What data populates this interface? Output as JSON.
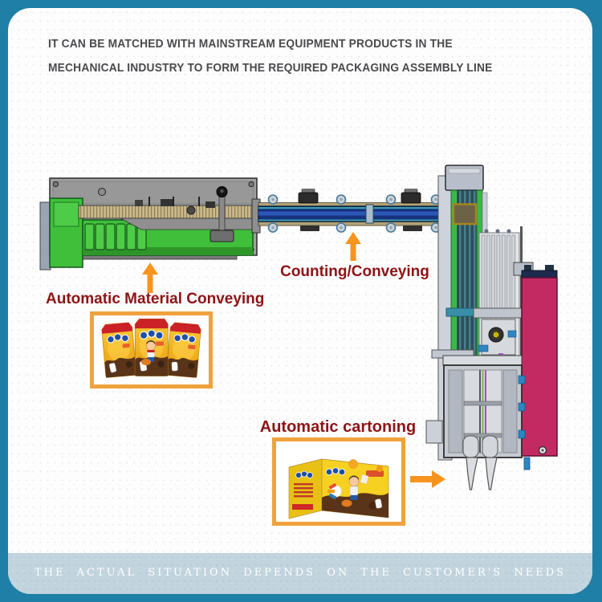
{
  "colors": {
    "frame": "#1f7fa6",
    "card_bg": "#fdfdfd",
    "header_text": "#4a4a4d",
    "label_text": "#8e1315",
    "arrow": "#f7941e",
    "image_frame": "#f0a23c",
    "footer_band": "#c2d4de",
    "footer_text": "#ffffff"
  },
  "header": {
    "line1": "IT CAN BE MATCHED WITH MAINSTREAM EQUIPMENT PRODUCTS IN THE",
    "line2": "MECHANICAL INDUSTRY TO FORM THE REQUIRED PACKAGING ASSEMBLY LINE"
  },
  "diagram": {
    "labels": {
      "material_conveying": "Automatic Material Conveying",
      "counting_conveying": "Counting/Conveying",
      "cartoning": "Automatic cartoning"
    },
    "icons": {
      "material_arrow": "up-arrow",
      "counting_arrow": "up-arrow",
      "cartoning_arrow": "right-arrow",
      "product_bags": "chocolate-powder-bags",
      "carton_box": "chocolate-powder-carton"
    }
  },
  "footer": {
    "text": "THE ACTUAL SITUATION DEPENDS ON THE CUSTOMER'S NEEDS"
  }
}
